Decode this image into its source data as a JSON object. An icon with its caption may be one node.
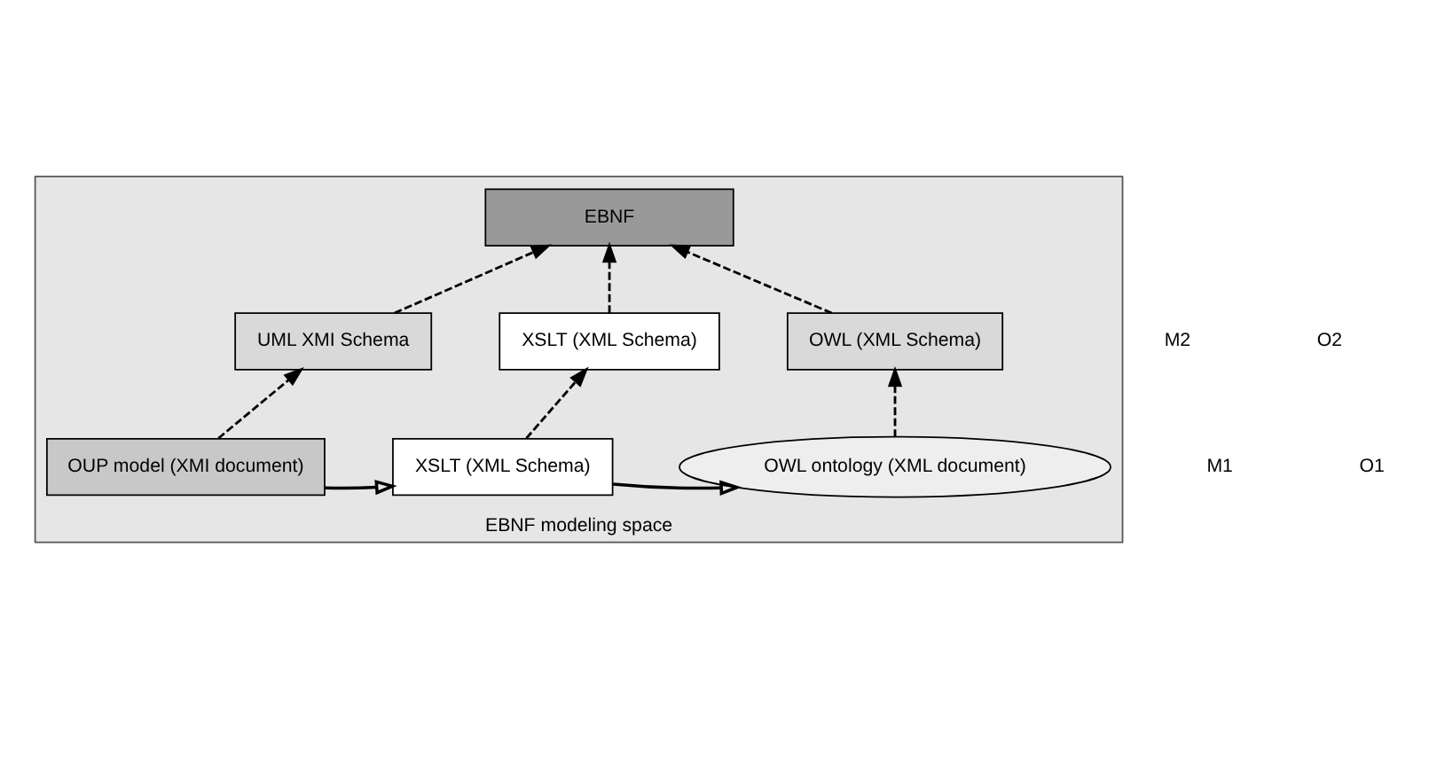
{
  "diagram": {
    "nodes": [
      {
        "text": [
          "EBNF modeling space"
        ]
      },
      {
        "text": [
          "EBNF"
        ],
        "in": 0
      },
      {
        "text": [
          "UML XMI Schema"
        ],
        "in": 0
      },
      {
        "text": [
          "XSLT (XML Schema)"
        ],
        "in": 0
      },
      {
        "text": [
          "OWL (XML Schema)"
        ],
        "in": 0
      },
      {
        "text": [
          "OUP model (XMI document)"
        ],
        "in": 0
      },
      {
        "text": [
          "XSLT (XML Schema)"
        ],
        "in": 0
      },
      {
        "text": [
          "OWL ontology (XML document)"
        ],
        "in": 0
      }
    ],
    "edges": [
      {
        "from": 2,
        "to": 1,
        "arrow": "to",
        "style": "dashed"
      },
      {
        "from": 3,
        "to": 1,
        "arrow": "to",
        "style": "dashed"
      },
      {
        "from": 4,
        "to": 1,
        "arrow": "to",
        "style": "dashed"
      },
      {
        "from": 5,
        "to": 2,
        "arrow": "to",
        "style": "dashed"
      },
      {
        "from": 6,
        "to": 3,
        "arrow": "to",
        "style": "dashed"
      },
      {
        "from": 7,
        "to": 4,
        "arrow": "to",
        "style": "dashed"
      },
      {
        "from": 5,
        "to": 6,
        "arrow": "to"
      },
      {
        "from": 6,
        "to": 7,
        "arrow": "to"
      }
    ],
    "labels": [
      "M2",
      "O2",
      "M1",
      "O1"
    ]
  }
}
